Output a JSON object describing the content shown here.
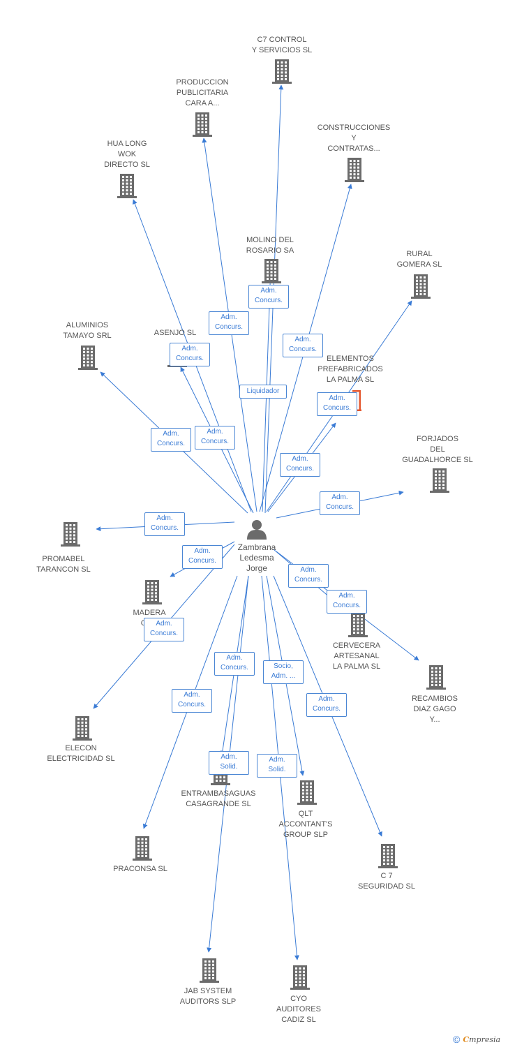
{
  "center": {
    "name": "Zambrana\nLedesma\nJorge"
  },
  "colors": {
    "edge": "#3a7bd5",
    "building": "#6b6b6b",
    "highlight": "#e4572e"
  },
  "companies": [
    {
      "id": "c7control",
      "label": "C7 CONTROL\nY SERVICIOS SL"
    },
    {
      "id": "produccion",
      "label": "PRODUCCION\nPUBLICITARIA\nCARA A..."
    },
    {
      "id": "construcciones",
      "label": "CONSTRUCCIONES\nY\nCONTRATAS..."
    },
    {
      "id": "hualong",
      "label": "HUA LONG\nWOK\nDIRECTO SL"
    },
    {
      "id": "molino",
      "label": "MOLINO DEL\nROSARIO SA"
    },
    {
      "id": "rural",
      "label": "RURAL\nGOMERA SL"
    },
    {
      "id": "aluminios",
      "label": "ALUMINIOS\nTAMAYO SRL"
    },
    {
      "id": "asenjo",
      "label": "ASENJO SL"
    },
    {
      "id": "elementos",
      "label": "ELEMENTOS\nPREFABRICADOS\nLA PALMA SL",
      "highlight": true
    },
    {
      "id": "forjados",
      "label": "FORJADOS\nDEL\nGUADALHORCE SL"
    },
    {
      "id": "promabel",
      "label": "PROMABEL\nTARANCON SL"
    },
    {
      "id": "madera",
      "label": "MADERA\nCA..."
    },
    {
      "id": "cervecera",
      "label": "CERVECERA\nARTESANAL\nLA PALMA SL"
    },
    {
      "id": "recambios",
      "label": "RECAMBIOS\nDIAZ GAGO\nY..."
    },
    {
      "id": "elecon",
      "label": "ELECON\nELECTRICIDAD SL"
    },
    {
      "id": "entrambasaguas",
      "label": "ENTRAMBASAGUAS\nCASAGRANDE SL"
    },
    {
      "id": "qlt",
      "label": "QLT\nACCONTANT'S\nGROUP SLP"
    },
    {
      "id": "praconsa",
      "label": "PRACONSA SL"
    },
    {
      "id": "c7seguridad",
      "label": "C 7\nSEGURIDAD SL"
    },
    {
      "id": "jab",
      "label": "JAB SYSTEM\nAUDITORS SLP"
    },
    {
      "id": "cyo",
      "label": "CYO\nAUDITORES\nCADIZ SL"
    }
  ],
  "relations": [
    {
      "to": "c7control",
      "label": "Adm.\nConcurs."
    },
    {
      "to": "produccion",
      "label": "Adm.\nConcurs."
    },
    {
      "to": "construcciones",
      "label": "Adm.\nConcurs."
    },
    {
      "to": "hualong",
      "label": "Adm.\nConcurs."
    },
    {
      "to": "molino",
      "label": "Liquidador"
    },
    {
      "to": "rural",
      "label": "Adm.\nConcurs."
    },
    {
      "to": "aluminios",
      "label": "Adm.\nConcurs."
    },
    {
      "to": "asenjo",
      "label": "Adm.\nConcurs."
    },
    {
      "to": "elementos",
      "label": "Adm.\nConcurs."
    },
    {
      "to": "forjados",
      "label": "Adm.\nConcurs."
    },
    {
      "to": "promabel",
      "label": "Adm.\nConcurs."
    },
    {
      "to": "madera",
      "label": "Adm.\nConcurs."
    },
    {
      "to": "cervecera",
      "label": "Adm.\nConcurs."
    },
    {
      "to": "recambios",
      "label": "Adm.\nConcurs."
    },
    {
      "to": "elecon",
      "label": "Adm.\nConcurs."
    },
    {
      "to": "entrambasaguas",
      "label": "Adm.\nSolid."
    },
    {
      "to": "qlt",
      "label": "Socio,\nAdm. ..."
    },
    {
      "to": "praconsa",
      "label": "Adm.\nConcurs."
    },
    {
      "to": "c7seguridad",
      "label": "Adm.\nConcurs."
    },
    {
      "to": "jab",
      "label": "Adm.\nConcurs."
    },
    {
      "to": "cyo",
      "label": "Adm.\nSolid."
    }
  ],
  "footer": {
    "copyright": "©",
    "brand_first": "C",
    "brand_rest": "mpresia"
  }
}
